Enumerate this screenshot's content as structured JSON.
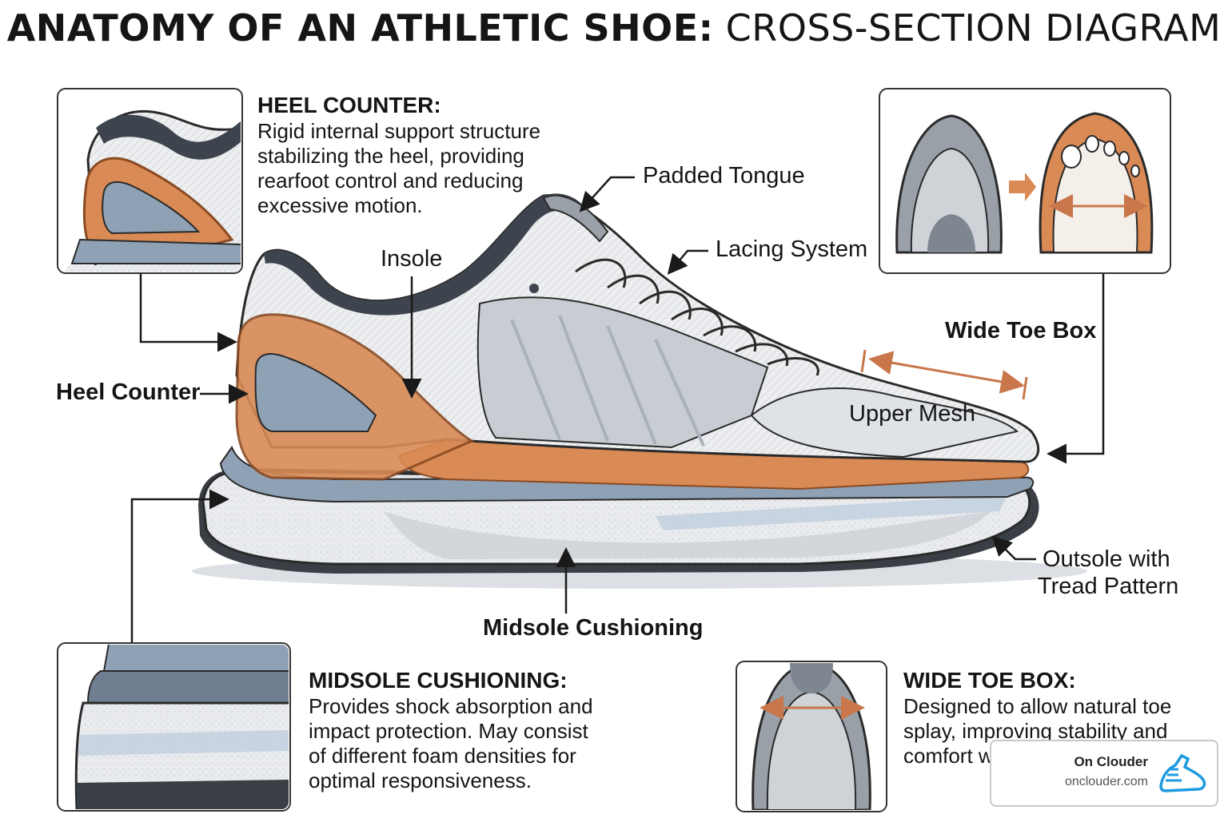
{
  "title": {
    "bold": "ANATOMY OF AN ATHLETIC SHOE:",
    "light": "CROSS-SECTION DIAGRAM"
  },
  "labels": {
    "padded_tongue": "Padded Tongue",
    "lacing_system": "Lacing System",
    "insole": "Insole",
    "wide_toe_box": "Wide Toe Box",
    "heel_counter": "Heel Counter",
    "upper_mesh": "Upper Mesh",
    "outsole_line1": "Outsole with",
    "outsole_line2": "Tread Pattern",
    "midsole": "Midsole Cushioning"
  },
  "descriptions": {
    "heel_counter": {
      "heading": "HEEL COUNTER:",
      "text": "Rigid internal support structure stabilizing the heel, providing rearfoot control and reducing excessive motion."
    },
    "midsole": {
      "heading": "MIDSOLE CUSHIONING:",
      "text": "Provides shock absorption and impact protection. May consist of different foam densities for optimal responsiveness."
    },
    "toe_box": {
      "heading": "WIDE TOE BOX:",
      "text": "Designed to allow natural toe splay, improving stability and comfort w... of bunion..."
    }
  },
  "brand": {
    "name": "On Clouder",
    "url": "onclouder.com",
    "icon": "running-shoe-icon"
  },
  "colors": {
    "accent": "#d98a55",
    "accent_dark": "#b86a3c",
    "sole_blue": "#8fa1b4",
    "ink": "#1a1a1a"
  }
}
